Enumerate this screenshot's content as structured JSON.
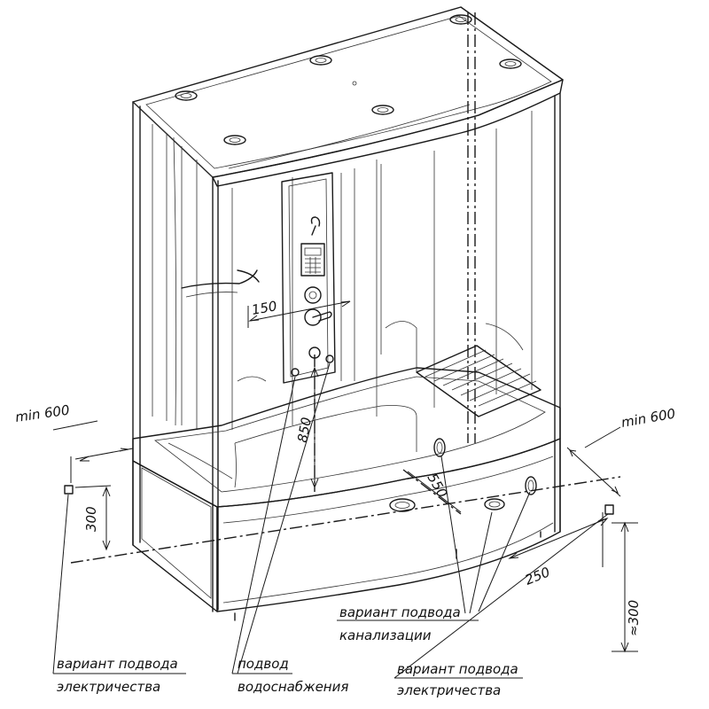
{
  "dimensions": {
    "min_left": "min 600",
    "min_right": "min 600",
    "d150": "150",
    "d850": "850",
    "d550": "550",
    "d300_left": "300",
    "d250": "250",
    "d300_right": "≈300"
  },
  "labels": {
    "drain_line1": "вариант подвода",
    "drain_line2": "канализации",
    "water_line1": "подвод",
    "water_line2": "водоснабжения",
    "elec_left_line1": "вариант подвода",
    "elec_left_line2": "электричества",
    "elec_right_line1": "вариант подвода",
    "elec_right_line2": "электричества"
  }
}
